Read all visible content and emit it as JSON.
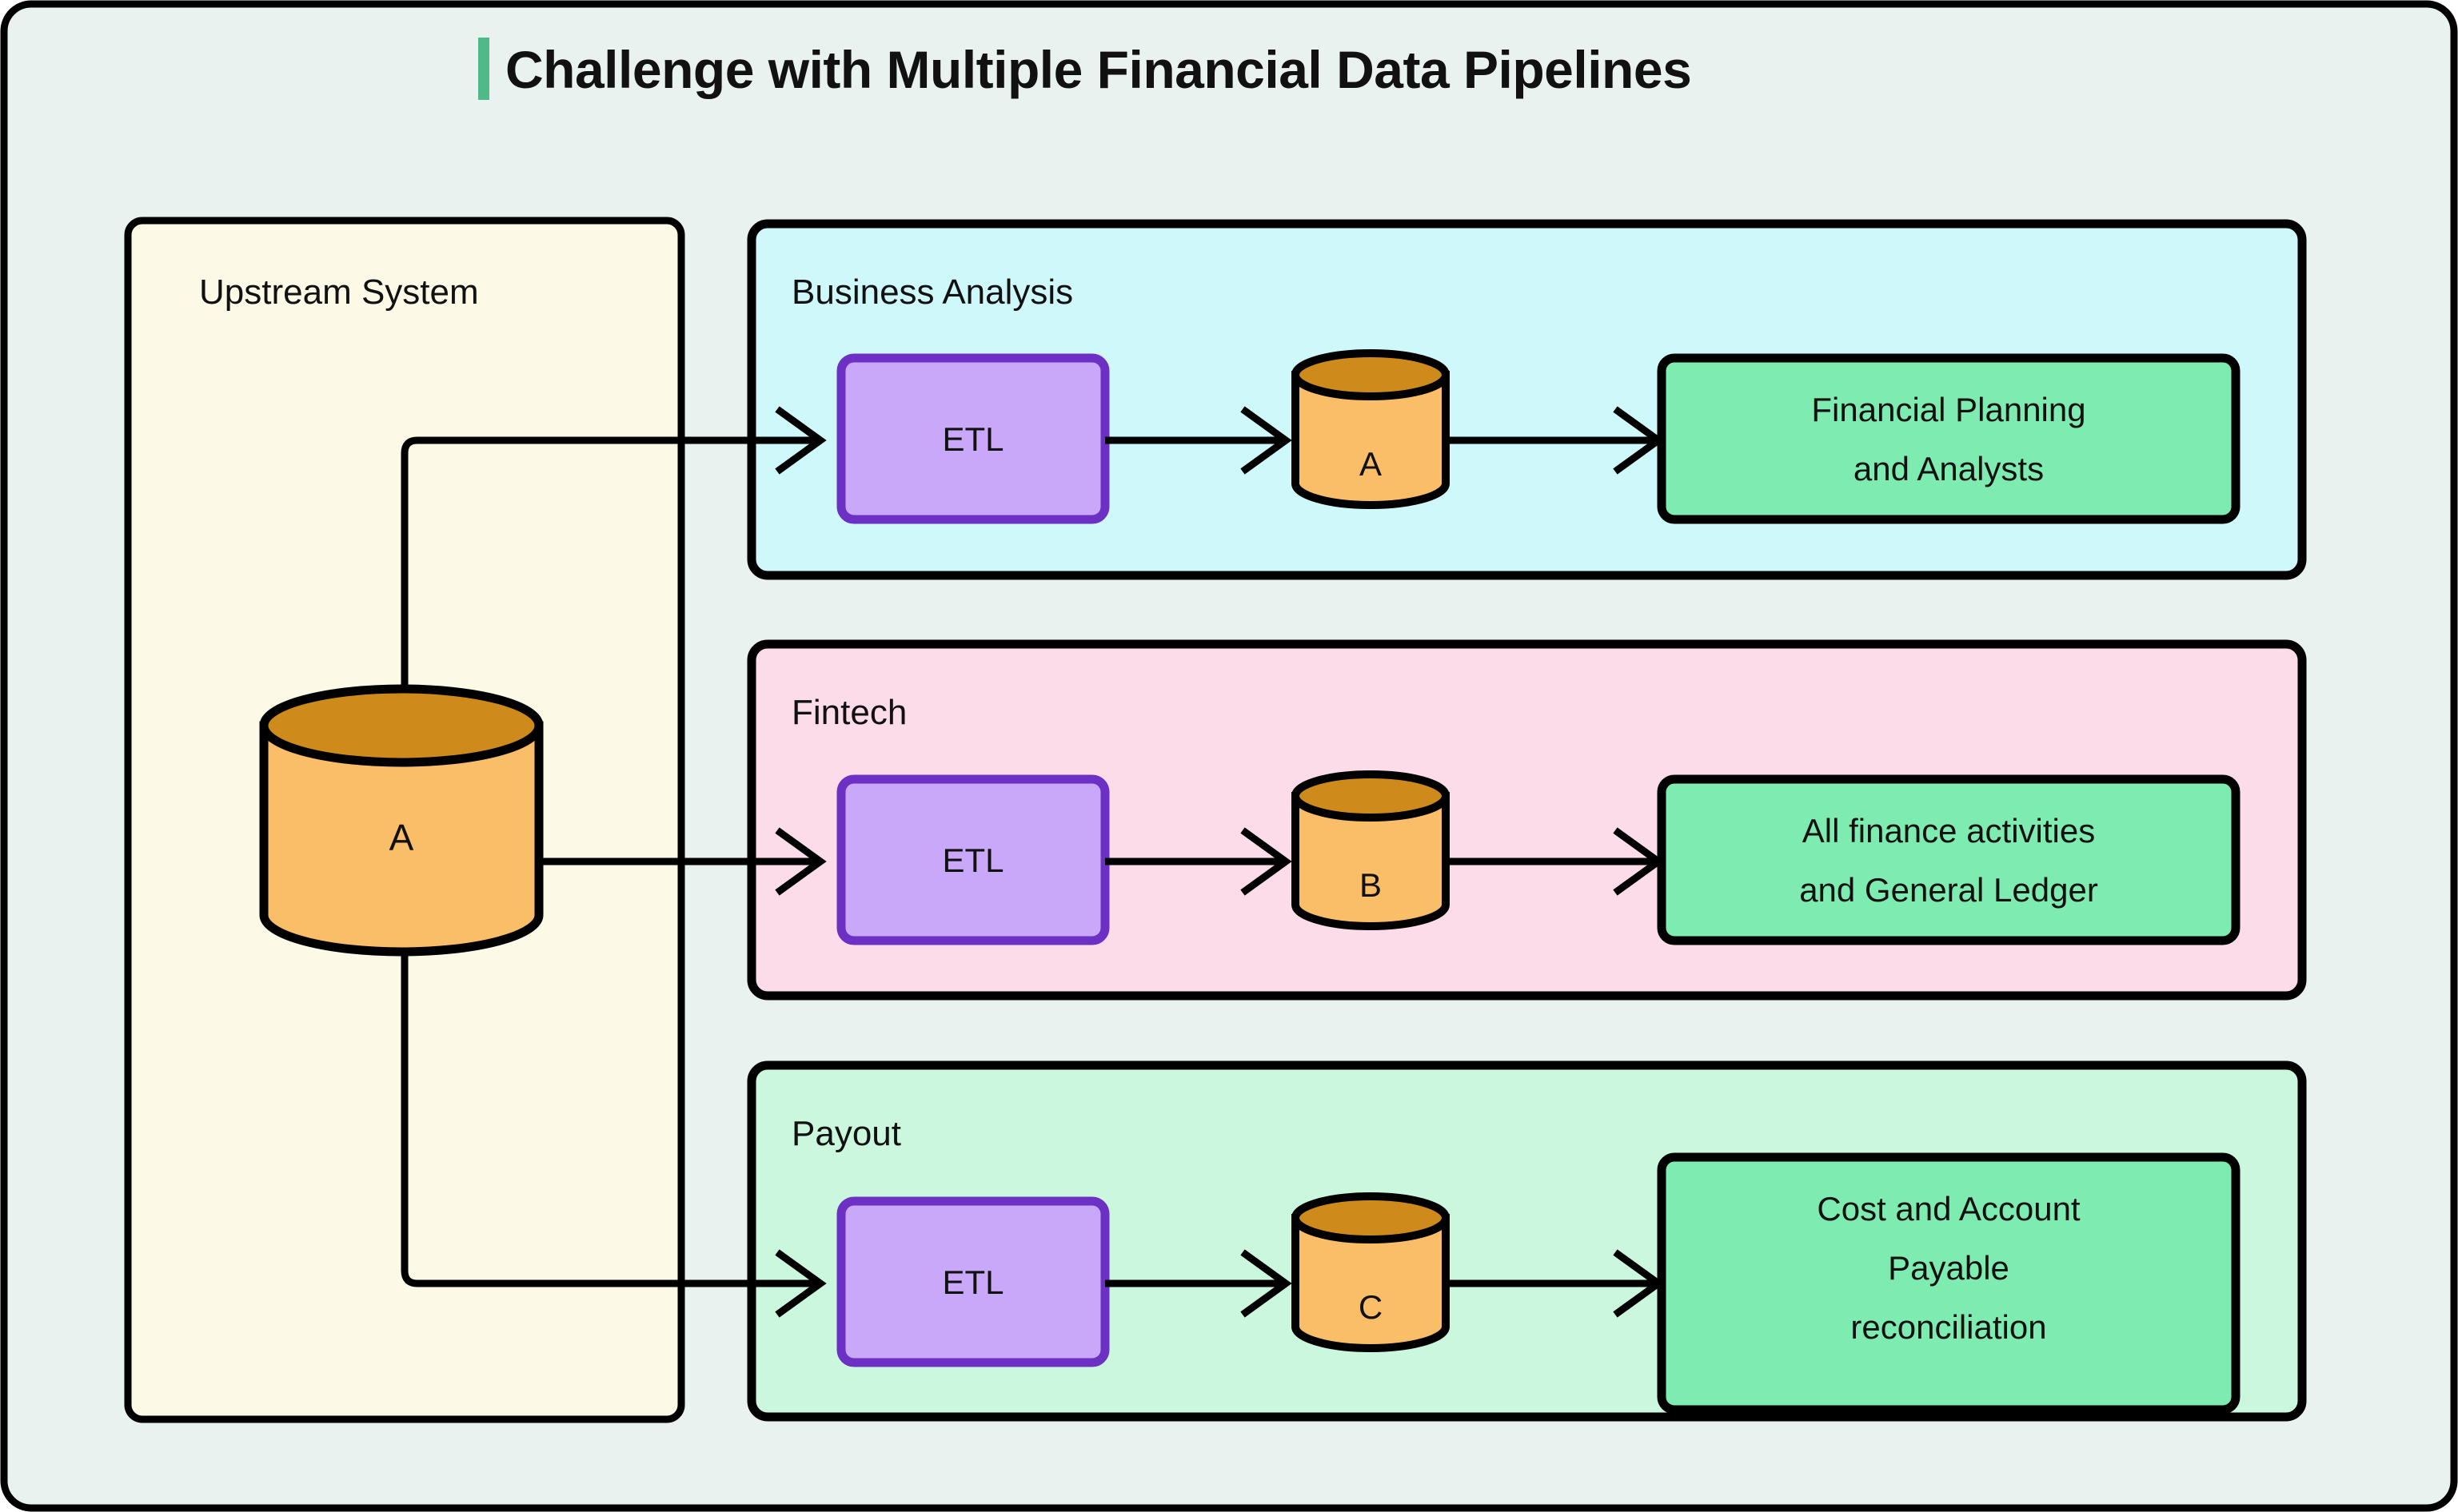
{
  "page": {
    "title": "Challenge with Multiple Financial Data Pipelines",
    "accent_color": "#4FBA87",
    "background_color": "#E9F2EF"
  },
  "upstream": {
    "label": "Upstream System",
    "background_color": "#FCFAE6",
    "database": {
      "label": "A",
      "body_color": "#FBBE68",
      "top_color": "#CE8A1A"
    }
  },
  "lanes": [
    {
      "id": "business-analysis",
      "label": "Business Analysis",
      "background_color": "#CFF8FB",
      "etl": {
        "label": "ETL",
        "fill": "#C9A8F9",
        "stroke": "#6D30C4"
      },
      "database": {
        "label": "A",
        "body_color": "#FBBE68",
        "top_color": "#CE8A1A"
      },
      "output": {
        "lines": [
          "Financial Planning",
          "and Analysts"
        ],
        "fill": "#7EECB0"
      }
    },
    {
      "id": "fintech",
      "label": "Fintech",
      "background_color": "#FCDCE8",
      "etl": {
        "label": "ETL",
        "fill": "#C9A8F9",
        "stroke": "#6D30C4"
      },
      "database": {
        "label": "B",
        "body_color": "#FBBE68",
        "top_color": "#CE8A1A"
      },
      "output": {
        "lines": [
          "All finance activities",
          "and General Ledger"
        ],
        "fill": "#7EECB0"
      }
    },
    {
      "id": "payout",
      "label": "Payout",
      "background_color": "#CCF7DF",
      "etl": {
        "label": "ETL",
        "fill": "#C9A8F9",
        "stroke": "#6D30C4"
      },
      "database": {
        "label": "C",
        "body_color": "#FBBE68",
        "top_color": "#CE8A1A"
      },
      "output": {
        "lines": [
          "Cost and Account",
          "Payable",
          "reconciliation"
        ],
        "fill": "#7EECB0"
      }
    }
  ]
}
